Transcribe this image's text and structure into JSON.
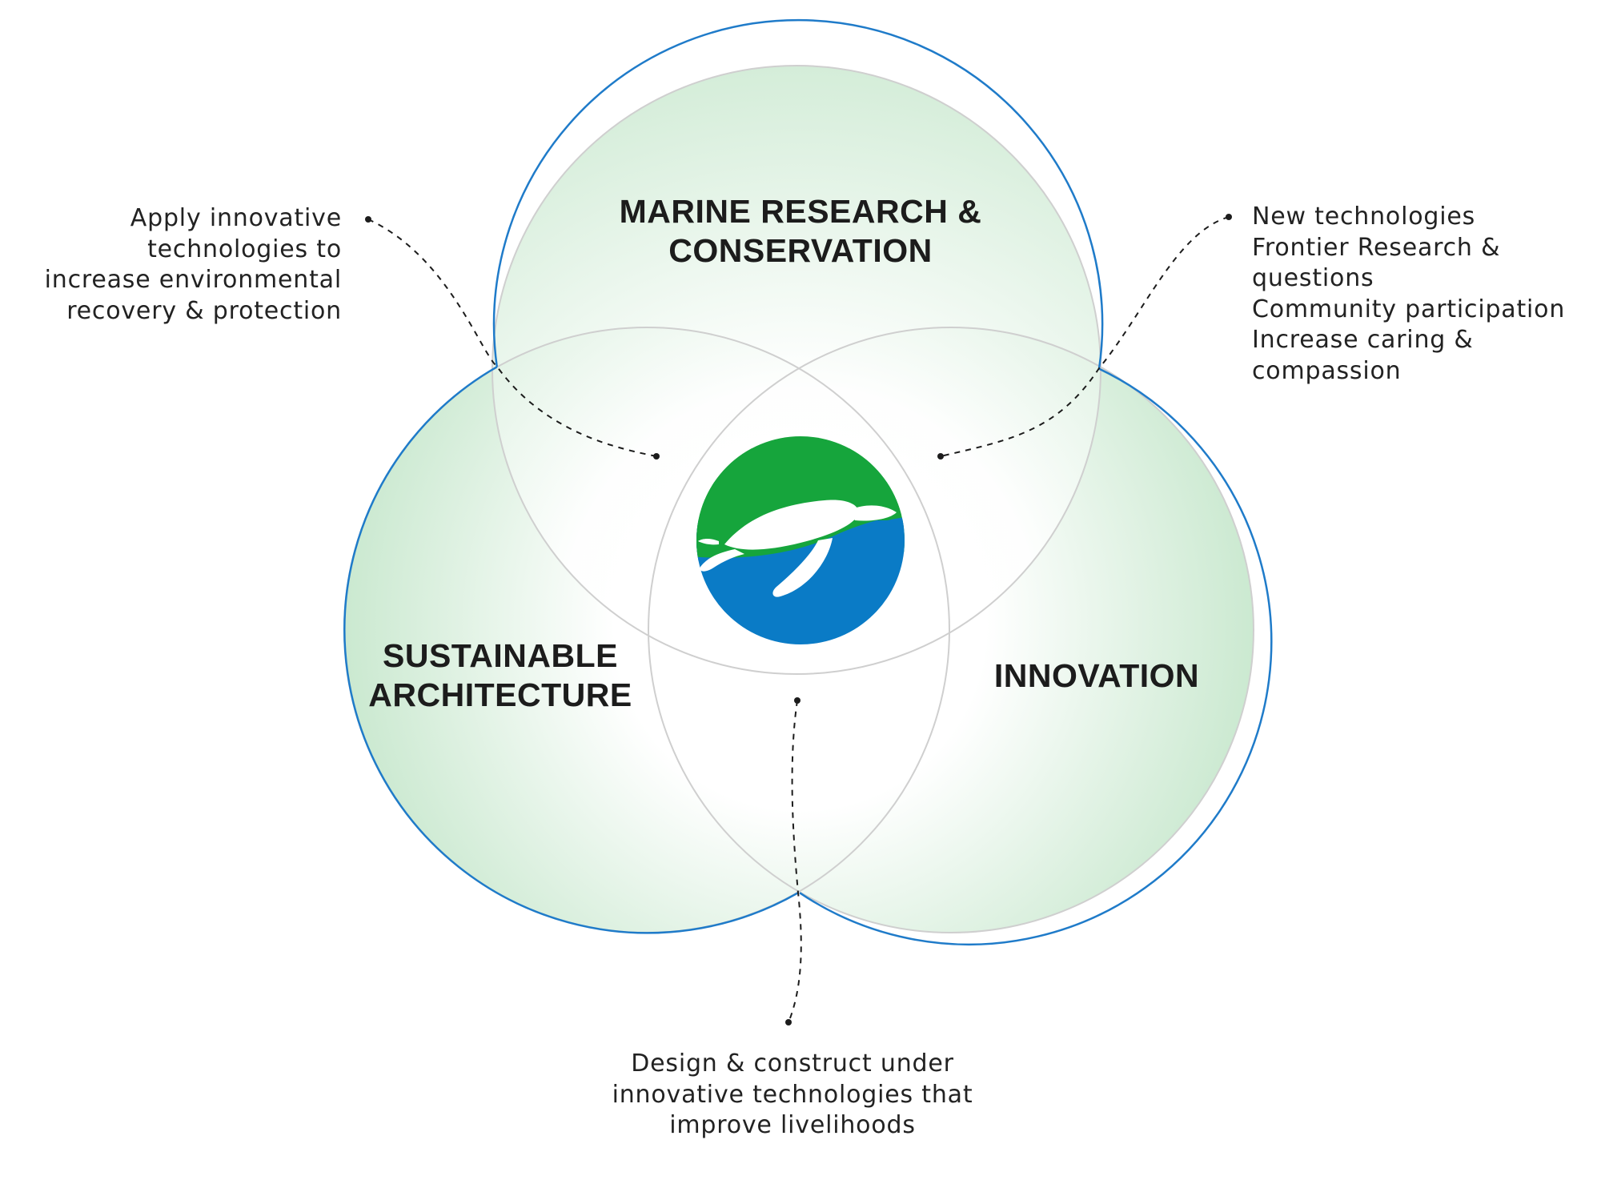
{
  "sets": {
    "top": {
      "lines": [
        "MARINE RESEARCH &",
        "CONSERVATION"
      ]
    },
    "left": {
      "lines": [
        "SUSTAINABLE",
        "ARCHITECTURE"
      ]
    },
    "right": {
      "lines": [
        "INNOVATION"
      ]
    }
  },
  "annotations": {
    "left": [
      "Apply innovative",
      "technologies to",
      "increase environmental",
      "recovery & protection"
    ],
    "right": [
      "New technologies",
      "Frontier Research &",
      "questions",
      "Community participation",
      "Increase caring &",
      "compassion"
    ],
    "bottom": [
      "Design & construct under",
      "innovative technologies that",
      "improve livelihoods"
    ]
  },
  "logo": {
    "icon": "turtle-icon",
    "top_color": "#16a53c",
    "bottom_color": "#0a7bc6"
  },
  "colors": {
    "circle_outline": "#1f7bc9",
    "inner_outline": "#cfcfcf",
    "circle_fill_edge": "#c6e7cc",
    "connector": "#1c1c1c"
  }
}
